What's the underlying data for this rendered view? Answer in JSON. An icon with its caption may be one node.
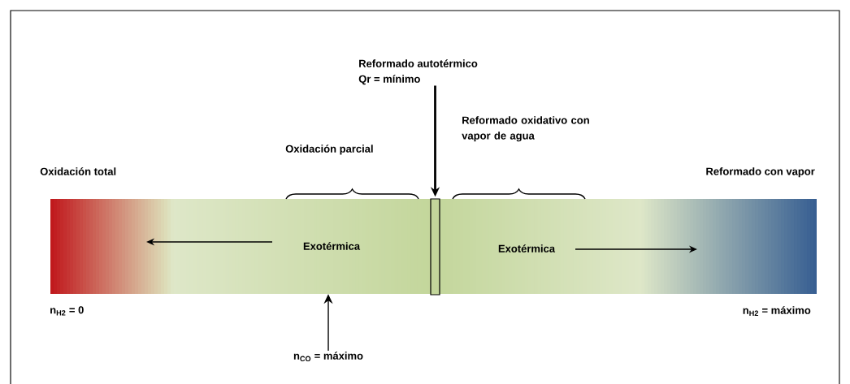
{
  "diagram": {
    "nodes": [
      {
        "text": [
          "Reformado autotérmico",
          "Qr = mínimo"
        ]
      },
      {
        "text": [],
        "shape": "bar"
      },
      {
        "text": [],
        "shape": "box",
        "in": 1
      },
      {
        "text": [
          "n$_{CO}$ = máximo"
        ]
      }
    ],
    "edges": [
      {
        "from": 0,
        "to": 2,
        "arrow": "to"
      },
      {
        "from": 3,
        "to": 1,
        "arrow": "to"
      }
    ],
    "labels": [
      "Reformado oxidativo con vapor de agua",
      "Oxidación parcial",
      "Oxidación total",
      "Reformado con vapor",
      "Exotérmica",
      "Exotérmica",
      "n$_{H2}$ = 0",
      "n$_{H2}$ = máximo"
    ]
  }
}
